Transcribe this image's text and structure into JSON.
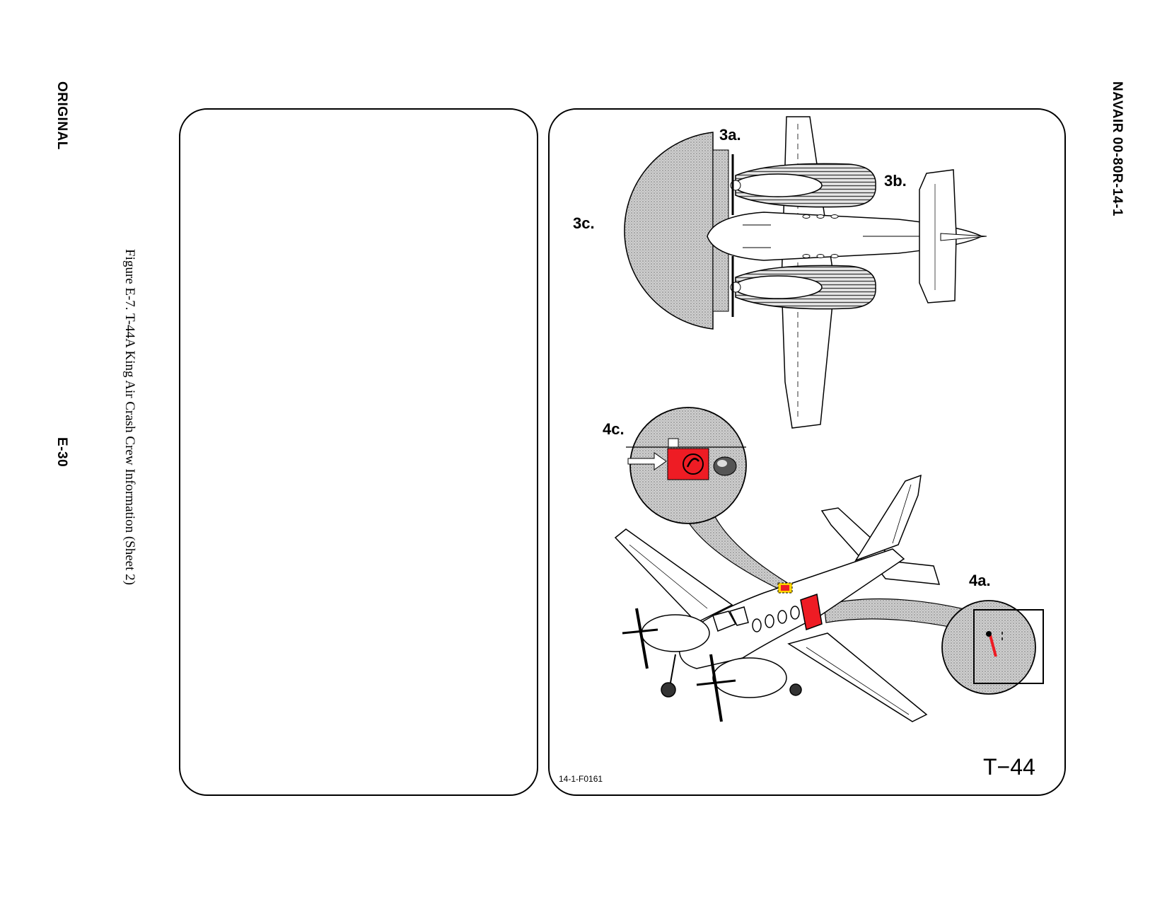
{
  "header": {
    "doc_number": "NAVAIR 00-80R-14-1",
    "original_label": "ORIGINAL",
    "page_number": "E-30"
  },
  "figure": {
    "caption": "Figure E-7.  T-44A King Air Crash Crew Information (Sheet 2)",
    "callouts": {
      "c3a": "3a.",
      "c3b": "3b.",
      "c3c": "3c.",
      "c4a": "4a.",
      "c4c": "4c."
    },
    "aircraft_label": "T−44",
    "figure_id": "14-1-F0161",
    "colors": {
      "highlight_red": "#ee1c24",
      "stipple_gray": "#c8c8c8",
      "hatch_gray": "#8a8a8a"
    }
  }
}
